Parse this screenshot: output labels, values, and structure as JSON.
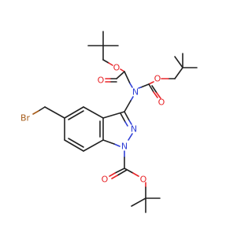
{
  "atoms": {
    "br": "Br",
    "n_boc": "N",
    "n2": "N",
    "n1": "N",
    "o_carbonyl_1": "O",
    "o_ester_1": "O",
    "o_carbonyl_2": "O",
    "o_ester_2": "O",
    "o_carbonyl_3": "O",
    "o_ester_3": "O"
  },
  "colors": {
    "bond": "#222222",
    "oxygen": "#e8262a",
    "nitrogen": "#2f3fd6",
    "bromine": "#a65c1a"
  }
}
